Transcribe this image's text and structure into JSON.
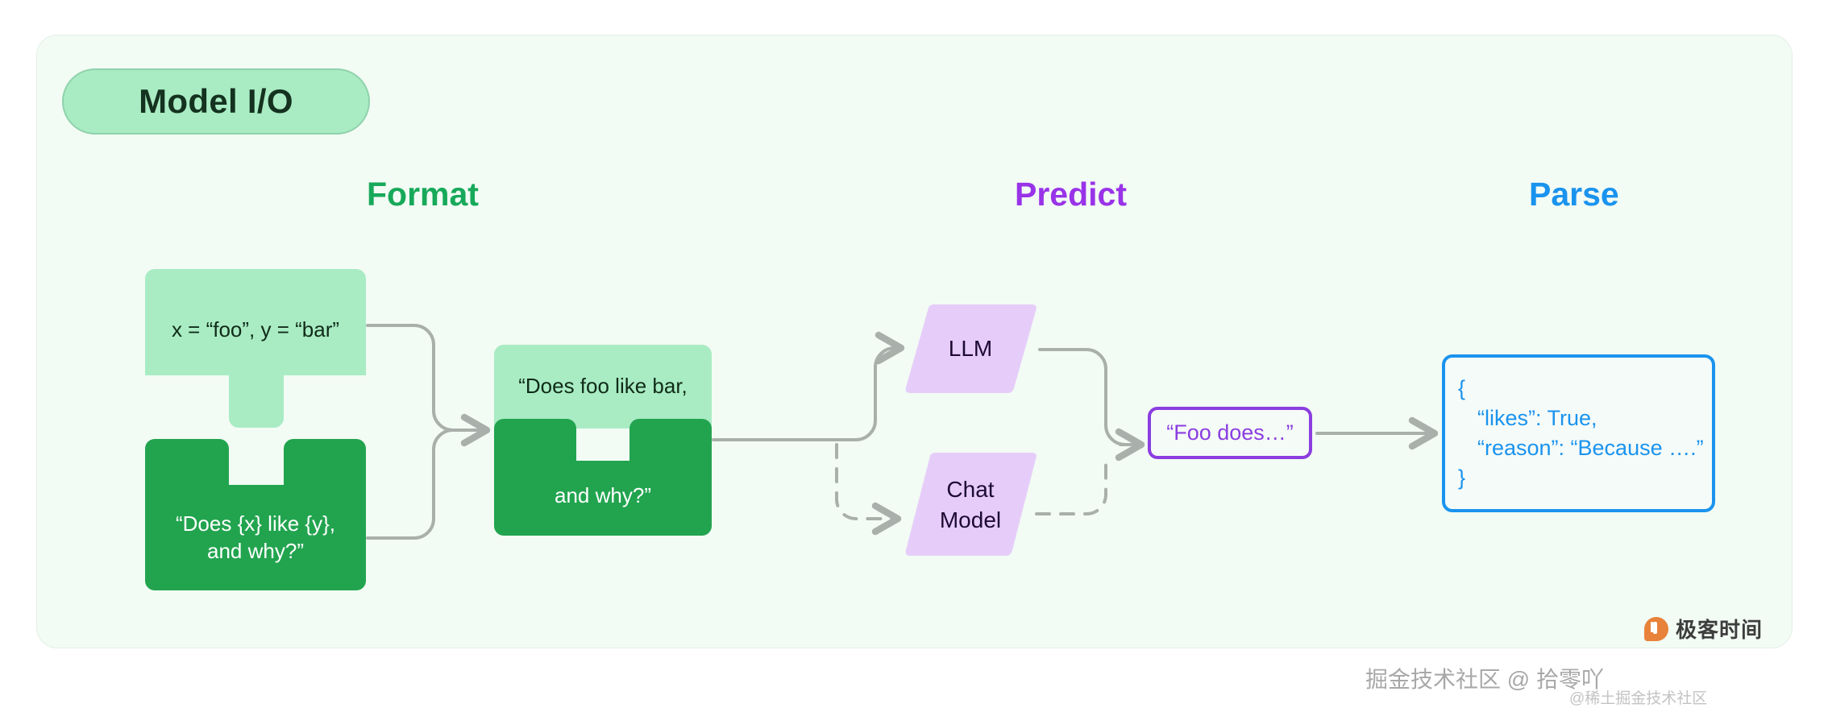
{
  "badge": {
    "label": "Model I/O"
  },
  "stages": {
    "format": {
      "label": "Format",
      "color": "#17a95a"
    },
    "predict": {
      "label": "Predict",
      "color": "#9933e8"
    },
    "parse": {
      "label": "Parse",
      "color": "#1a93ee"
    }
  },
  "pieces": {
    "values": {
      "text": "x = “foo”, y = “bar”",
      "fill": "#a9ecc4"
    },
    "template": {
      "text": "“Does {x} like {y},\nand why?”",
      "fill": "#22a44f"
    },
    "combined_top": {
      "text": "“Does foo like bar,",
      "fill": "#a9ecc4"
    },
    "combined_bot": {
      "text": "and why?”",
      "fill": "#22a44f"
    }
  },
  "models": {
    "llm": {
      "label": "LLM",
      "fill": "#e6cdf9"
    },
    "chat": {
      "label": "Chat\nModel",
      "fill": "#e6cdf9"
    }
  },
  "completion": {
    "text": "“Foo does…”",
    "color": "#8b3de0"
  },
  "parsed_json": {
    "color": "#1a93ee",
    "lines": [
      {
        "text": "{",
        "indent": false
      },
      {
        "text": "“likes”: True,",
        "indent": true
      },
      {
        "text": "“reason”: “Because ….”",
        "indent": true
      },
      {
        "text": "}",
        "indent": false
      }
    ]
  },
  "watermark": {
    "brand": "极客时间",
    "footer": "掘金技术社区 @ 拾零吖",
    "footer_sub": "@稀土掘金技术社区"
  },
  "theme": {
    "panel_bg": "#f2fbf4",
    "wire": "#a9b0ab"
  }
}
